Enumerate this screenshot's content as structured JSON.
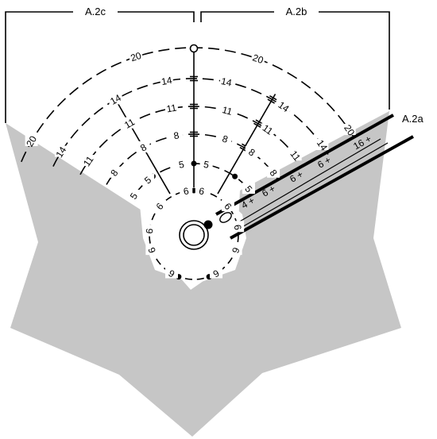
{
  "section_labels": {
    "left": "A.2c",
    "right": "A.2b",
    "strip": "A.2a"
  },
  "ring_labels": [
    [
      "6",
      "6",
      "6",
      "6",
      "6",
      "6",
      "6",
      "6",
      "6",
      "6"
    ],
    [
      "5",
      "5",
      "5",
      "5",
      "5"
    ],
    [
      "8",
      "8",
      "8",
      "8",
      "8",
      "8"
    ],
    [
      "11",
      "11",
      "11",
      "11",
      "11",
      "11"
    ],
    [
      "14",
      "14",
      "14",
      "14",
      "14",
      "14"
    ],
    [
      "20",
      "20",
      "20",
      "20"
    ]
  ],
  "strip_labels": [
    "16",
    "6",
    "6",
    "6",
    "4"
  ],
  "strip_marks": [
    "+",
    "+",
    "+",
    "+",
    "+"
  ],
  "colors": {
    "shape_fill": "#c6c6c6",
    "line": "#000000",
    "background": "#ffffff"
  }
}
